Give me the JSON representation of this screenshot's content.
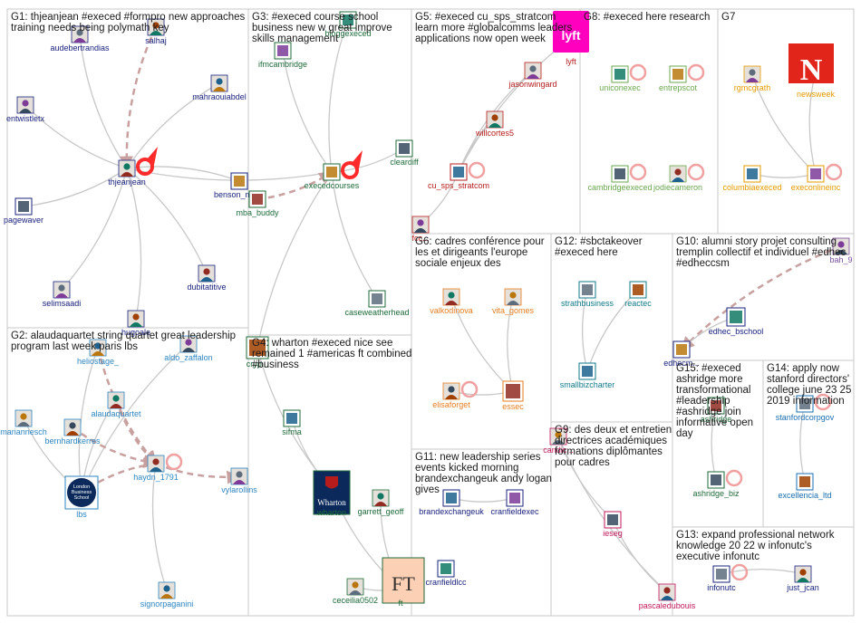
{
  "groups": [
    {
      "id": "G1",
      "lines": [
        "G1: thjeanjean #execed #formpro new approaches",
        "training needs being polymath key"
      ]
    },
    {
      "id": "G2",
      "lines": [
        "G2: alaudaquartet string quartet great leadership",
        "program last week paris lbs"
      ]
    },
    {
      "id": "G3",
      "lines": [
        "G3: #execed course school",
        "business new w great improve",
        "skills management"
      ]
    },
    {
      "id": "G4",
      "lines": [
        "G4: wharton #execed nice see",
        "remained 1 #americas ft combined",
        "#business"
      ]
    },
    {
      "id": "G5",
      "lines": [
        "G5: #execed cu_sps_stratcom",
        "learn more #globalcomms leaders",
        "applications now open week"
      ]
    },
    {
      "id": "G6",
      "lines": [
        "G6: cadres conférence pour",
        "les et dirigeants l'europe",
        "sociale enjeux des"
      ]
    },
    {
      "id": "G7",
      "lines": [
        "G7"
      ]
    },
    {
      "id": "G8",
      "lines": [
        "G8: #execed here research"
      ]
    },
    {
      "id": "G9",
      "lines": [
        "G9: des deux et entretien",
        "directrices académiques",
        "formations diplômantes",
        "pour cadres"
      ]
    },
    {
      "id": "G10",
      "lines": [
        "G10: alumni story projet consulting",
        "tremplin collectif et individuel #edhec",
        "#edheccsm"
      ]
    },
    {
      "id": "G11",
      "lines": [
        "G11: new leadership series",
        "events kicked morning",
        "brandexchangeuk andy logan",
        "gives"
      ]
    },
    {
      "id": "G12",
      "lines": [
        "G12: #sbctakeover",
        "#execed here"
      ]
    },
    {
      "id": "G13",
      "lines": [
        "G13: expand professional network",
        "knowledge 20 22 w infonutc's",
        "executive infonutc"
      ]
    },
    {
      "id": "G14",
      "lines": [
        "G14: apply now",
        "stanford directors'",
        "college june 23 25",
        "2019 information"
      ]
    },
    {
      "id": "G15",
      "lines": [
        "G15: #execed",
        "ashridge more",
        "transformational",
        "#leadership",
        "#ashridge join",
        "informative open",
        "day"
      ]
    }
  ],
  "nodes": [
    {
      "id": "audebertrandias",
      "label": "audebertrandias",
      "color": "#1a237e",
      "icon": "avatar-icon"
    },
    {
      "id": "salhaj",
      "label": "salhaj",
      "color": "#1a237e",
      "icon": "avatar-icon"
    },
    {
      "id": "mahraouiabdel",
      "label": "mahraouiabdel",
      "color": "#1a237e",
      "icon": "avatar-icon"
    },
    {
      "id": "entwistletx",
      "label": "entwistletx",
      "color": "#1a237e",
      "icon": "avatar-icon"
    },
    {
      "id": "thjeanjean",
      "label": "thjeanjean",
      "color": "#1a237e",
      "icon": "avatar-icon"
    },
    {
      "id": "benson_marshall",
      "label": "benson_m... ll",
      "color": "#1a237e",
      "icon": "logo-icon"
    },
    {
      "id": "pagewaver",
      "label": "pagewaver",
      "color": "#1a237e",
      "icon": "logo-icon"
    },
    {
      "id": "dubitatitive",
      "label": "dubitatitive",
      "color": "#1a237e",
      "icon": "avatar-icon"
    },
    {
      "id": "selimsaadi",
      "label": "selimsaadi",
      "color": "#1a237e",
      "icon": "avatar-icon"
    },
    {
      "id": "hugoale",
      "label": "hugoale",
      "color": "#1a237e",
      "icon": "avatar-icon"
    },
    {
      "id": "heliostage_",
      "label": "heliostage_",
      "color": "#2e86c1",
      "icon": "avatar-icon"
    },
    {
      "id": "aldo_zaffalon",
      "label": "aldo_zaffalon",
      "color": "#2e86c1",
      "icon": "avatar-icon"
    },
    {
      "id": "alaudaquartet",
      "label": "alaudaquartet",
      "color": "#2e86c1",
      "icon": "avatar-icon"
    },
    {
      "id": "mariannesch",
      "label": "mariannesch",
      "color": "#2e86c1",
      "icon": "avatar-icon"
    },
    {
      "id": "bernhardkerres",
      "label": "bernhardkerres",
      "color": "#2e86c1",
      "icon": "avatar-icon"
    },
    {
      "id": "haydn_1791",
      "label": "haydn_1791",
      "color": "#2e86c1",
      "icon": "avatar-icon"
    },
    {
      "id": "vylarollins",
      "label": "vylarollins",
      "color": "#2e86c1",
      "icon": "avatar-icon"
    },
    {
      "id": "lbs",
      "label": "lbs",
      "color": "#2e86c1",
      "icon": "school-logo-icon",
      "logo_text": [
        "London",
        "Business",
        "School"
      ]
    },
    {
      "id": "signorpaganini",
      "label": "signorpaganini",
      "color": "#2e86c1",
      "icon": "avatar-icon"
    },
    {
      "id": "ifmcambridge",
      "label": "ifmcambridge",
      "color": "#1e6b3a",
      "icon": "logo-icon"
    },
    {
      "id": "bloggexeced",
      "label": "bloggexeced",
      "color": "#1e6b3a",
      "icon": "logo-icon"
    },
    {
      "id": "execedcourses",
      "label": "execedcourses",
      "color": "#1e6b3a",
      "icon": "logo-icon"
    },
    {
      "id": "cleardiff",
      "label": "cleardiff",
      "color": "#1e6b3a",
      "icon": "logo-icon"
    },
    {
      "id": "mba_buddy",
      "label": "mba_buddy",
      "color": "#1e6b3a",
      "icon": "logo-icon"
    },
    {
      "id": "caseweatherhead",
      "label": "caseweatherhead",
      "color": "#1e6b3a",
      "icon": "logo-icon"
    },
    {
      "id": "crypto",
      "label": "cryp...",
      "color": "#1e6b3a",
      "icon": "logo-icon"
    },
    {
      "id": "sifma",
      "label": "sifma",
      "color": "#1e6b3a",
      "icon": "logo-icon"
    },
    {
      "id": "wharton",
      "label": "wharton",
      "color": "#1e6b3a",
      "icon": "school-logo-icon",
      "logo_text": [
        "Wharton"
      ]
    },
    {
      "id": "garrett_geoff",
      "label": "garrett_geoff",
      "color": "#1e6b3a",
      "icon": "avatar-icon"
    },
    {
      "id": "ceceilia0502",
      "label": "ceceilia0502",
      "color": "#1e6b3a",
      "icon": "avatar-icon"
    },
    {
      "id": "ft",
      "label": "ft",
      "color": "#1e6b3a",
      "icon": "ft-logo-icon",
      "logo_text": [
        "FT"
      ]
    },
    {
      "id": "lyft",
      "label": "lyft",
      "color": "#b71c1c",
      "icon": "lyft-logo-icon",
      "logo_text": [
        "lyft"
      ]
    },
    {
      "id": "jasonwingard",
      "label": "jasonwingard",
      "color": "#b71c1c",
      "icon": "avatar-icon"
    },
    {
      "id": "willcortes5",
      "label": "willcortes5",
      "color": "#b71c1c",
      "icon": "avatar-icon"
    },
    {
      "id": "cu_sps_stratcom",
      "label": "cu_sps_stratcom",
      "color": "#b71c1c",
      "icon": "logo-icon"
    },
    {
      "id": "fcc",
      "label": "fcc...",
      "color": "#b71c1c",
      "icon": "avatar-icon"
    },
    {
      "id": "uniconexec",
      "label": "uniconexec",
      "color": "#6aa84f",
      "icon": "logo-icon"
    },
    {
      "id": "entrepscot",
      "label": "entrepscot",
      "color": "#6aa84f",
      "icon": "logo-icon"
    },
    {
      "id": "cambridgeexeced",
      "label": "cambridgeexeced",
      "color": "#6aa84f",
      "icon": "logo-icon"
    },
    {
      "id": "jodiecameron",
      "label": "jodiecameron",
      "color": "#6aa84f",
      "icon": "avatar-icon"
    },
    {
      "id": "rgmcgrath",
      "label": "rgmcgrath",
      "color": "#e69b00",
      "icon": "avatar-icon"
    },
    {
      "id": "newsweek",
      "label": "newsweek",
      "color": "#e69b00",
      "icon": "newsweek-logo-icon",
      "logo_text": [
        "N"
      ]
    },
    {
      "id": "columbiaexeced",
      "label": "columbiaexeced",
      "color": "#e69b00",
      "icon": "logo-icon"
    },
    {
      "id": "execonlineinc",
      "label": "execonlineinc",
      "color": "#e69b00",
      "icon": "logo-icon"
    },
    {
      "id": "valkodinova",
      "label": "valkodinova",
      "color": "#e67e22",
      "icon": "avatar-icon"
    },
    {
      "id": "vita_gomes",
      "label": "vita_gomes",
      "color": "#e67e22",
      "icon": "avatar-icon"
    },
    {
      "id": "elisaforget",
      "label": "elisaforget",
      "color": "#e67e22",
      "icon": "avatar-icon"
    },
    {
      "id": "essec",
      "label": "essec",
      "color": "#e67e22",
      "icon": "logo-icon"
    },
    {
      "id": "strathbusiness",
      "label": "strathbusiness",
      "color": "#117a8b",
      "icon": "logo-icon"
    },
    {
      "id": "reactec",
      "label": "reactec",
      "color": "#117a8b",
      "icon": "logo-icon"
    },
    {
      "id": "smallbizcharter",
      "label": "smallbizcharter",
      "color": "#117a8b",
      "icon": "logo-icon"
    },
    {
      "id": "bah_9",
      "label": "bah_9",
      "color": "#7b4fa0",
      "icon": "avatar-icon"
    },
    {
      "id": "edhec_bschool",
      "label": "edhec_bschool",
      "color": "#1a237e",
      "icon": "logo-icon"
    },
    {
      "id": "edhecmasters",
      "label": "edhecm...",
      "color": "#1a237e",
      "icon": "logo-icon"
    },
    {
      "id": "ashridge_biz",
      "label": "ashridge_biz",
      "color": "#1e6b3a",
      "icon": "logo-icon"
    },
    {
      "id": "ashridge",
      "label": "ashridge",
      "color": "#1e6b3a",
      "icon": "logo-icon"
    },
    {
      "id": "stanfordcorpgov",
      "label": "stanfordcorpgov",
      "color": "#1a6fb0",
      "icon": "logo-icon"
    },
    {
      "id": "excellencia_ltd",
      "label": "excellencia_ltd",
      "color": "#1a6fb0",
      "icon": "logo-icon"
    },
    {
      "id": "brandexchangeuk",
      "label": "brandexchangeuk",
      "color": "#1a237e",
      "icon": "logo-icon"
    },
    {
      "id": "cranfieldexec",
      "label": "cranfieldexec",
      "color": "#1a237e",
      "icon": "logo-icon"
    },
    {
      "id": "cranfieldlcc",
      "label": "cranfieldlcc",
      "color": "#1a237e",
      "icon": "logo-icon"
    },
    {
      "id": "candice",
      "label": "candic...",
      "color": "#c2185b",
      "icon": "avatar-icon"
    },
    {
      "id": "ieseg",
      "label": "ieseg",
      "color": "#c2185b",
      "icon": "logo-icon"
    },
    {
      "id": "pascaledubouis",
      "label": "pascaledubouis",
      "color": "#c2185b",
      "icon": "avatar-icon"
    },
    {
      "id": "infonutc",
      "label": "infonutc",
      "color": "#1a237e",
      "icon": "logo-icon"
    },
    {
      "id": "just_jcan",
      "label": "just_jcan",
      "color": "#1a237e",
      "icon": "avatar-icon"
    }
  ],
  "edges": [
    {
      "from": "audebertrandias",
      "to": "thjeanjean",
      "style": "plain"
    },
    {
      "from": "salhaj",
      "to": "thjeanjean",
      "style": "dashed-arrow"
    },
    {
      "from": "mahraouiabdel",
      "to": "thjeanjean",
      "style": "plain"
    },
    {
      "from": "entwistletx",
      "to": "thjeanjean",
      "style": "plain"
    },
    {
      "from": "benson_marshall",
      "to": "thjeanjean",
      "style": "plain"
    },
    {
      "from": "pagewaver",
      "to": "thjeanjean",
      "style": "plain"
    },
    {
      "from": "dubitatitive",
      "to": "thjeanjean",
      "style": "plain"
    },
    {
      "from": "selimsaadi",
      "to": "thjeanjean",
      "style": "plain"
    },
    {
      "from": "hugoale",
      "to": "thjeanjean",
      "style": "plain"
    },
    {
      "from": "thjeanjean",
      "to": "execedcourses",
      "style": "plain"
    },
    {
      "from": "heliostage_",
      "to": "lbs",
      "style": "plain"
    },
    {
      "from": "aldo_zaffalon",
      "to": "lbs",
      "style": "plain"
    },
    {
      "from": "alaudaquartet",
      "to": "lbs",
      "style": "plain"
    },
    {
      "from": "mariannesch",
      "to": "lbs",
      "style": "plain"
    },
    {
      "from": "bernhardkerres",
      "to": "haydn_1791",
      "style": "dashed-arrow"
    },
    {
      "from": "alaudaquartet",
      "to": "haydn_1791",
      "style": "dashed-arrow"
    },
    {
      "from": "heliostage_",
      "to": "haydn_1791",
      "style": "dashed-arrow"
    },
    {
      "from": "haydn_1791",
      "to": "lbs",
      "style": "dashed-arrow"
    },
    {
      "from": "haydn_1791",
      "to": "vylarollins",
      "style": "dashed-arrow"
    },
    {
      "from": "haydn_1791",
      "to": "signorpaganini",
      "style": "plain"
    },
    {
      "from": "ifmcambridge",
      "to": "execedcourses",
      "style": "plain"
    },
    {
      "from": "bloggexeced",
      "to": "execedcourses",
      "style": "plain"
    },
    {
      "from": "mba_buddy",
      "to": "execedcourses",
      "style": "dashed-arrow"
    },
    {
      "from": "execedcourses",
      "to": "cleardiff",
      "style": "plain"
    },
    {
      "from": "execedcourses",
      "to": "caseweatherhead",
      "style": "plain"
    },
    {
      "from": "execedcourses",
      "to": "crypto",
      "style": "plain"
    },
    {
      "from": "sifma",
      "to": "wharton",
      "style": "plain"
    },
    {
      "from": "crypto",
      "to": "wharton",
      "style": "plain"
    },
    {
      "from": "garrett_geoff",
      "to": "ft",
      "style": "plain"
    },
    {
      "from": "ceceilia0502",
      "to": "ft",
      "style": "plain"
    },
    {
      "from": "wharton",
      "to": "ft",
      "style": "plain"
    },
    {
      "from": "jasonwingard",
      "to": "cu_sps_stratcom",
      "style": "plain"
    },
    {
      "from": "willcortes5",
      "to": "cu_sps_stratcom",
      "style": "plain"
    },
    {
      "from": "lyft",
      "to": "cu_sps_stratcom",
      "style": "plain"
    },
    {
      "from": "fcc",
      "to": "cu_sps_stratcom",
      "style": "plain"
    },
    {
      "from": "rgmcgrath",
      "to": "execonlineinc",
      "style": "plain"
    },
    {
      "from": "newsweek",
      "to": "execonlineinc",
      "style": "plain"
    },
    {
      "from": "columbiaexeced",
      "to": "execonlineinc",
      "style": "plain"
    },
    {
      "from": "valkodinova",
      "to": "essec",
      "style": "plain"
    },
    {
      "from": "vita_gomes",
      "to": "essec",
      "style": "plain"
    },
    {
      "from": "elisaforget",
      "to": "essec",
      "style": "plain"
    },
    {
      "from": "strathbusiness",
      "to": "smallbizcharter",
      "style": "plain"
    },
    {
      "from": "reactec",
      "to": "smallbizcharter",
      "style": "plain"
    },
    {
      "from": "bah_9",
      "to": "edhecmasters",
      "style": "dashed-arrow"
    },
    {
      "from": "edhec_bschool",
      "to": "edhecmasters",
      "style": "plain"
    },
    {
      "from": "ashridge",
      "to": "ashridge_biz",
      "style": "plain"
    },
    {
      "from": "stanfordcorpgov",
      "to": "excellencia_ltd",
      "style": "plain"
    },
    {
      "from": "brandexchangeuk",
      "to": "cranfieldexec",
      "style": "plain"
    },
    {
      "from": "candice",
      "to": "ieseg",
      "style": "plain"
    },
    {
      "from": "candice",
      "to": "pascaledubouis",
      "style": "plain"
    },
    {
      "from": "ieseg",
      "to": "pascaledubouis",
      "style": "plain"
    },
    {
      "from": "just_jcan",
      "to": "infonutc",
      "style": "plain"
    }
  ],
  "self_loops": [
    "thjeanjean",
    "execedcourses",
    "cu_sps_stratcom",
    "uniconexec",
    "entrepscot",
    "cambridgeexeced",
    "jodiecameron",
    "execonlineinc",
    "elisaforget",
    "ashridge_biz",
    "stanfordcorpgov",
    "infonutc",
    "haydn_1791"
  ],
  "colors": {
    "edge": "#c8c8c8",
    "dashed_edge": "#c9a0a0",
    "loop": "#f0a0a0",
    "loop_strong": "#ff2a2a",
    "group_border": "#c8c8c8"
  }
}
